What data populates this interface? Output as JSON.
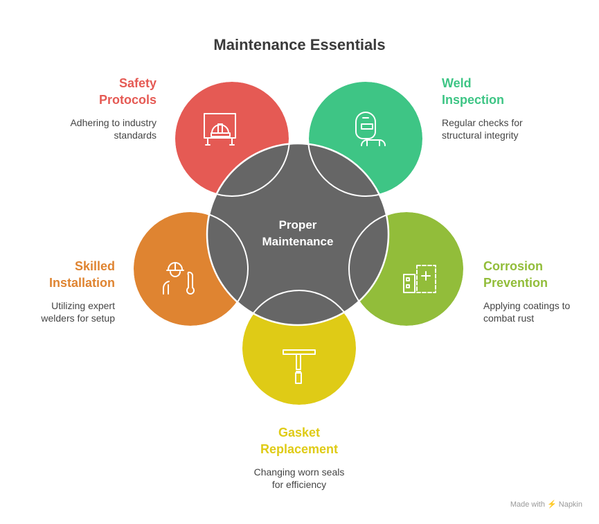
{
  "title": "Maintenance Essentials",
  "center": {
    "line1": "Proper",
    "line2": "Maintenance",
    "color": "#666666"
  },
  "items": [
    {
      "title1": "Safety",
      "title2": "Protocols",
      "desc1": "Adhering to industry",
      "desc2": "standards",
      "color": "#E55A54",
      "icon": "safety-sign-hardhat-icon"
    },
    {
      "title1": "Weld",
      "title2": "Inspection",
      "desc1": "Regular checks for",
      "desc2": "structural integrity",
      "color": "#3EC585",
      "icon": "welder-mask-icon"
    },
    {
      "title1": "Skilled",
      "title2": "Installation",
      "desc1": "Utilizing expert",
      "desc2": "welders for setup",
      "color": "#DF8431",
      "icon": "worker-wrench-icon"
    },
    {
      "title1": "Corrosion",
      "title2": "Prevention",
      "desc1": "Applying coatings to",
      "desc2": "combat rust",
      "color": "#92BD3A",
      "icon": "building-add-icon"
    },
    {
      "title1": "Gasket",
      "title2": "Replacement",
      "desc1": "Changing worn seals",
      "desc2": "for efficiency",
      "color": "#DFCB16",
      "icon": "t-handle-tool-icon"
    }
  ],
  "footer": "Made with ⚡ Napkin"
}
